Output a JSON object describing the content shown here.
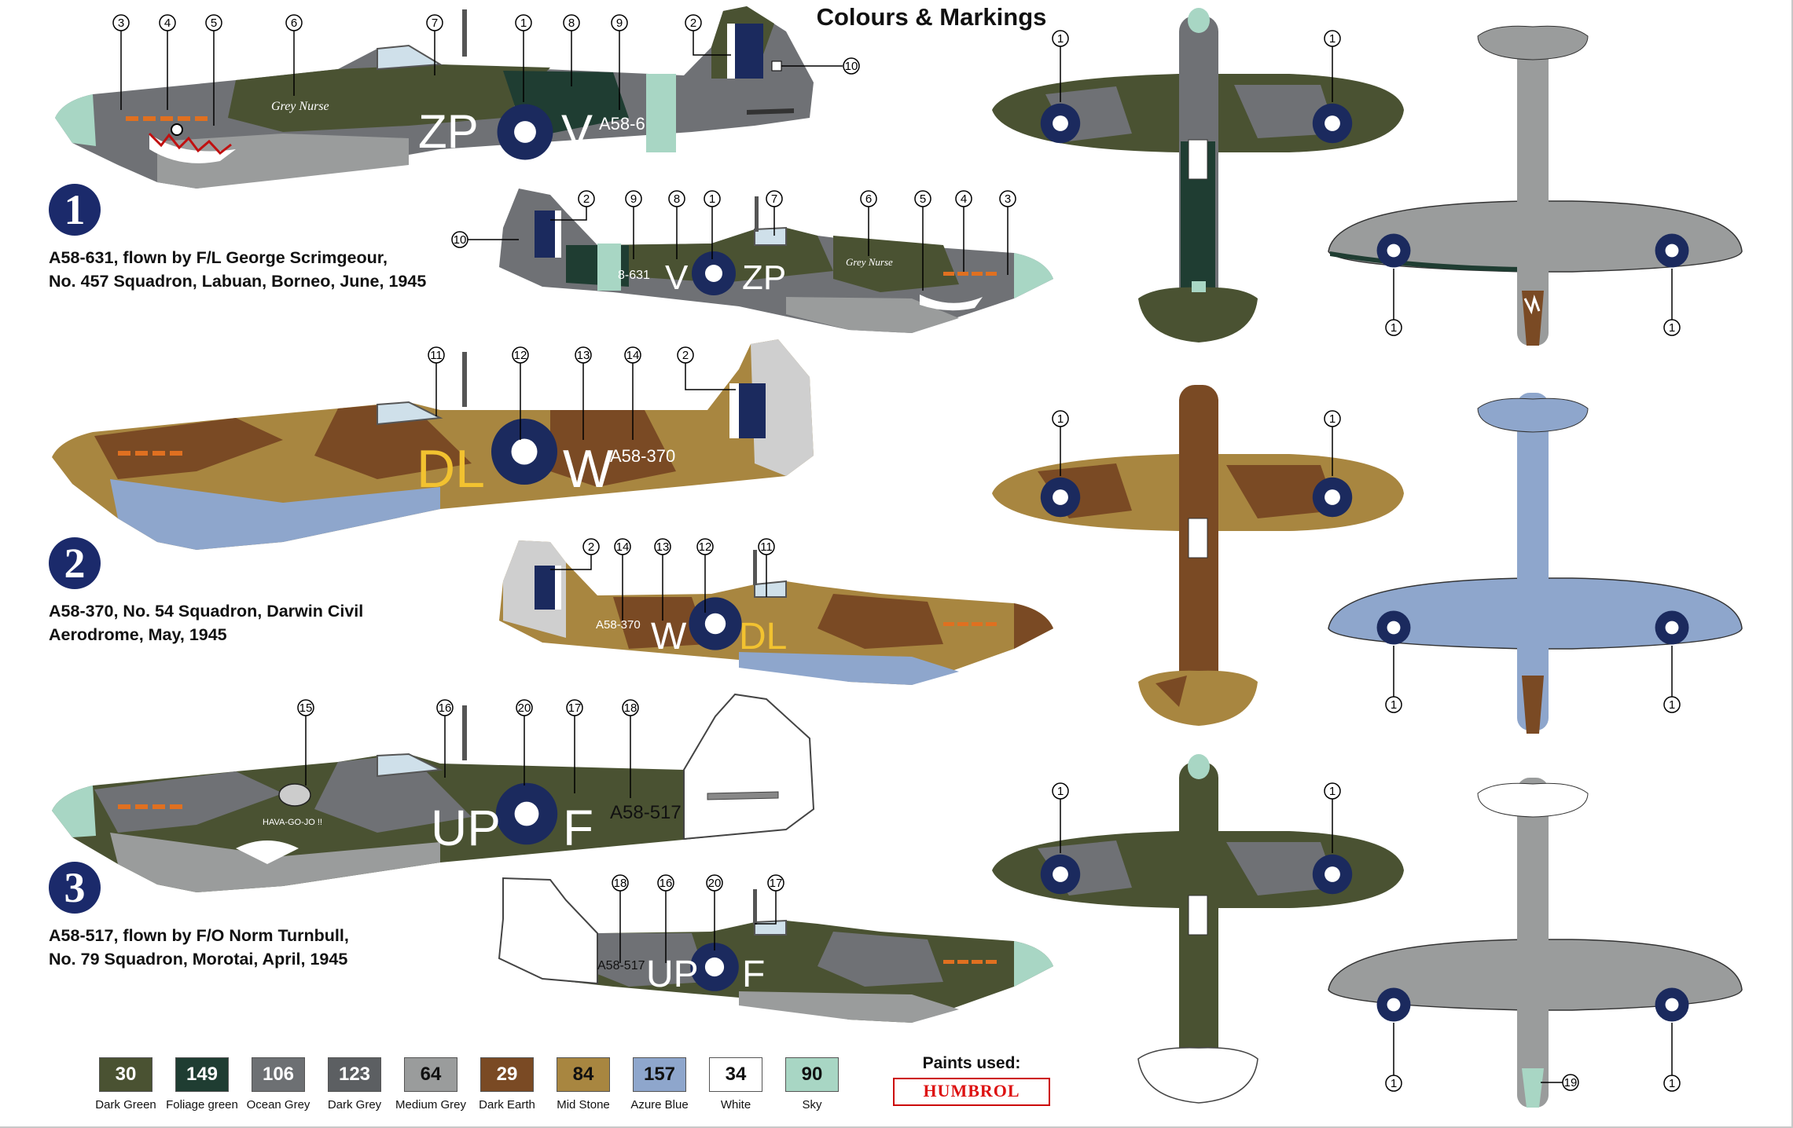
{
  "title": "Colours & Markings",
  "schemes": [
    {
      "number": "1",
      "caption_line1": "A58-631, flown by F/L George Scrimgeour,",
      "caption_line2": "No. 457 Squadron, Labuan, Borneo, June, 1945",
      "codes": {
        "left": "ZP",
        "right": "V",
        "serial": "A58-6",
        "serial_right_view": "8-631",
        "nose_art": "Grey Nurse"
      }
    },
    {
      "number": "2",
      "caption_line1": "A58-370, No. 54 Squadron, Darwin Civil",
      "caption_line2": "Aerodrome, May, 1945",
      "codes": {
        "left": "DL",
        "right": "W",
        "serial": "A58-370",
        "serial_right_view": "A58-370"
      }
    },
    {
      "number": "3",
      "caption_line1": "A58-517, flown by F/O Norm Turnbull,",
      "caption_line2": "No. 79 Squadron, Morotai, April, 1945",
      "codes": {
        "left": "UP",
        "right": "F",
        "serial": "A58-517",
        "serial_right_view": "A58-517",
        "nose_art": "HAVA-GO-JO !!"
      }
    }
  ],
  "callouts": {
    "s1_left": [
      "3",
      "4",
      "5",
      "6",
      "7",
      "1",
      "8",
      "9",
      "2",
      "10"
    ],
    "s1_right": [
      "10",
      "2",
      "9",
      "8",
      "1",
      "7",
      "6",
      "5",
      "4",
      "3"
    ],
    "s2_left": [
      "11",
      "12",
      "13",
      "14",
      "2"
    ],
    "s2_right": [
      "2",
      "14",
      "13",
      "12",
      "11"
    ],
    "s3_left": [
      "15",
      "16",
      "20",
      "17",
      "18"
    ],
    "s3_right": [
      "18",
      "16",
      "20",
      "17"
    ],
    "plan_top": [
      "1",
      "1"
    ],
    "plan_bottom": [
      "1",
      "1"
    ],
    "plan_bottom_extra": "19"
  },
  "palette": [
    {
      "code": "30",
      "name": "Dark Green",
      "color": "#4a5232"
    },
    {
      "code": "149",
      "name": "Foliage green",
      "color": "#1f3d32"
    },
    {
      "code": "106",
      "name": "Ocean Grey",
      "color": "#6d7073"
    },
    {
      "code": "123",
      "name": "Dark Grey",
      "color": "#5c5f62"
    },
    {
      "code": "64",
      "name": "Medium Grey",
      "color": "#9a9c9c"
    },
    {
      "code": "29",
      "name": "Dark Earth",
      "color": "#7a4a24"
    },
    {
      "code": "84",
      "name": "Mid Stone",
      "color": "#a88640"
    },
    {
      "code": "157",
      "name": "Azure Blue",
      "color": "#8ea6cc"
    },
    {
      "code": "34",
      "name": "White",
      "color": "#ffffff"
    },
    {
      "code": "90",
      "name": "Sky",
      "color": "#a8d6c4"
    }
  ],
  "paints_used_label": "Paints used:",
  "brand_logo_text": "HUMBROL",
  "colors": {
    "roundel_blue": "#1b2a5e",
    "code_yellow": "#f2c230",
    "dark_green": "#4a5232",
    "foliage": "#1f3d32",
    "ocean_grey": "#6d7073",
    "medium_grey": "#9a9c9c",
    "dark_earth": "#7a4a24",
    "mid_stone": "#a88640",
    "azure": "#8ea6cc",
    "sky": "#a8d6c4"
  }
}
